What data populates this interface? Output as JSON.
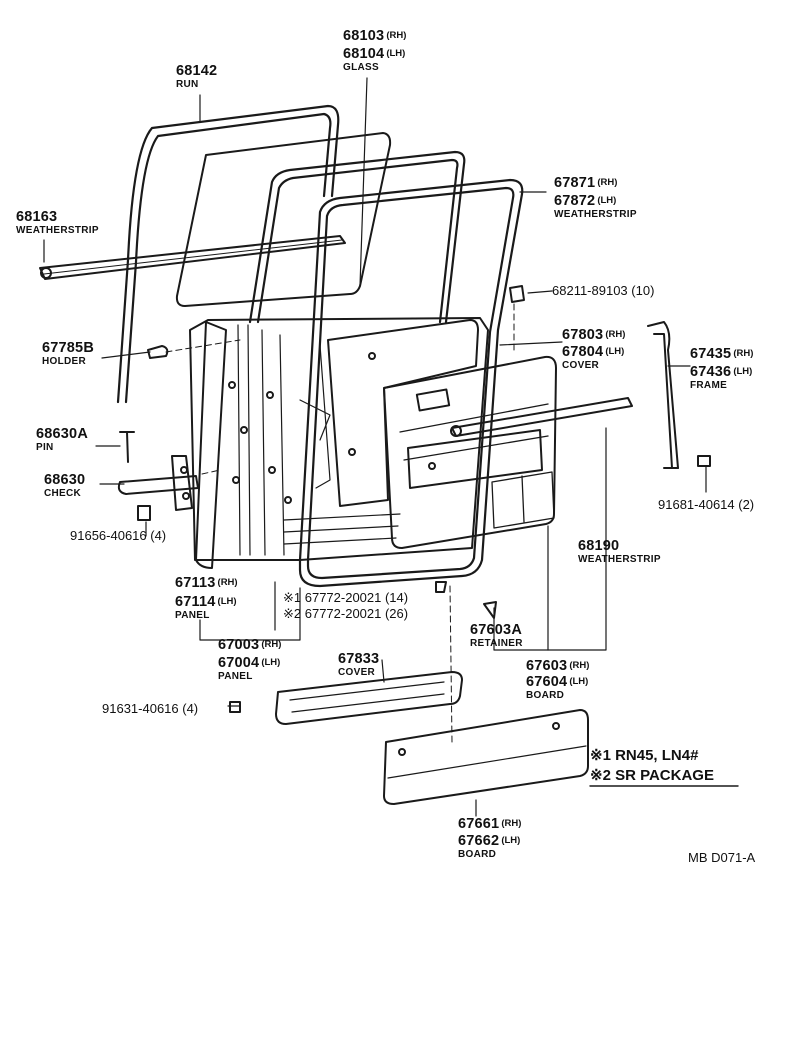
{
  "parts": [
    {
      "id": "68103",
      "num": "68103",
      "sfx": "(RH)"
    },
    {
      "id": "68104",
      "num": "68104",
      "sfx": "(LH)",
      "name": "GLASS"
    },
    {
      "id": "68142",
      "num": "68142",
      "name": "RUN"
    },
    {
      "id": "68163",
      "num": "68163",
      "name": "WEATHERSTRIP"
    },
    {
      "id": "67871",
      "num": "67871",
      "sfx": "(RH)"
    },
    {
      "id": "67872",
      "num": "67872",
      "sfx": "(LH)",
      "name": "WEATHERSTRIP"
    },
    {
      "id": "68211",
      "num": "68211-89103 (10)"
    },
    {
      "id": "67785B",
      "num": "67785B",
      "name": "HOLDER"
    },
    {
      "id": "67803",
      "num": "67803",
      "sfx": "(RH)"
    },
    {
      "id": "67804",
      "num": "67804",
      "sfx": "(LH)",
      "name": "COVER"
    },
    {
      "id": "67435",
      "num": "67435",
      "sfx": "(RH)"
    },
    {
      "id": "67436",
      "num": "67436",
      "sfx": "(LH)",
      "name": "FRAME"
    },
    {
      "id": "68630A",
      "num": "68630A",
      "name": "PIN"
    },
    {
      "id": "68630",
      "num": "68630",
      "name": "CHECK"
    },
    {
      "id": "91681",
      "num": "91681-40614 (2)"
    },
    {
      "id": "91656",
      "num": "91656-40616 (4)"
    },
    {
      "id": "68190",
      "num": "68190",
      "name": "WEATHERSTRIP"
    },
    {
      "id": "67113",
      "num": "67113",
      "sfx": "(RH)"
    },
    {
      "id": "67114",
      "num": "67114",
      "sfx": "(LH)",
      "name": "PANEL"
    },
    {
      "id": "67772a",
      "num": "※1 67772-20021 (14)"
    },
    {
      "id": "67772b",
      "num": "※2 67772-20021 (26)"
    },
    {
      "id": "67003",
      "num": "67003",
      "sfx": "(RH)"
    },
    {
      "id": "67004",
      "num": "67004",
      "sfx": "(LH)",
      "name": "PANEL"
    },
    {
      "id": "67603A",
      "num": "67603A",
      "name": "RETAINER"
    },
    {
      "id": "67833",
      "num": "67833",
      "name": "COVER"
    },
    {
      "id": "67603",
      "num": "67603",
      "sfx": "(RH)"
    },
    {
      "id": "67604",
      "num": "67604",
      "sfx": "(LH)",
      "name": "BOARD"
    },
    {
      "id": "91631",
      "num": "91631-40616 (4)"
    },
    {
      "id": "67661",
      "num": "67661",
      "sfx": "(RH)"
    },
    {
      "id": "67662",
      "num": "67662",
      "sfx": "(LH)",
      "name": "BOARD"
    }
  ],
  "notes": {
    "note1": "※1 RN45, LN4#",
    "note2": "※2 SR PACKAGE"
  },
  "diagram_code": "MB D071-A"
}
